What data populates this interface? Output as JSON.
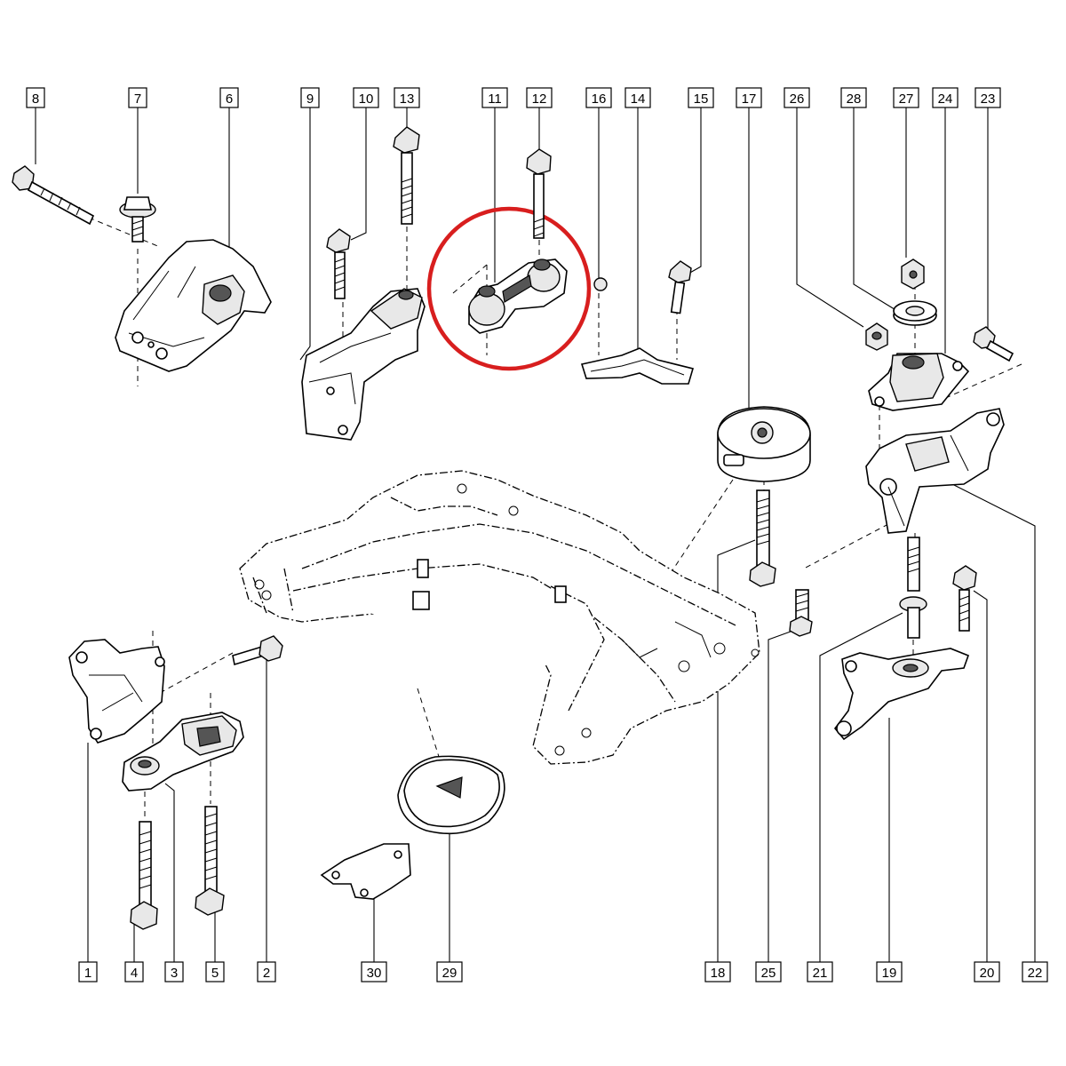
{
  "labels": {
    "l1": "1",
    "l2": "2",
    "l3": "3",
    "l4": "4",
    "l5": "5",
    "l6": "6",
    "l7": "7",
    "l8": "8",
    "l9": "9",
    "l10": "10",
    "l11": "11",
    "l12": "12",
    "l13": "13",
    "l14": "14",
    "l15": "15",
    "l16": "16",
    "l17": "17",
    "l18": "18",
    "l19": "19",
    "l20": "20",
    "l21": "21",
    "l22": "22",
    "l23": "23",
    "l24": "24",
    "l25": "25",
    "l26": "26",
    "l27": "27",
    "l28": "28",
    "l29": "29",
    "l30": "30"
  },
  "highlight": {
    "color": "#d81e1e",
    "part": "11"
  }
}
